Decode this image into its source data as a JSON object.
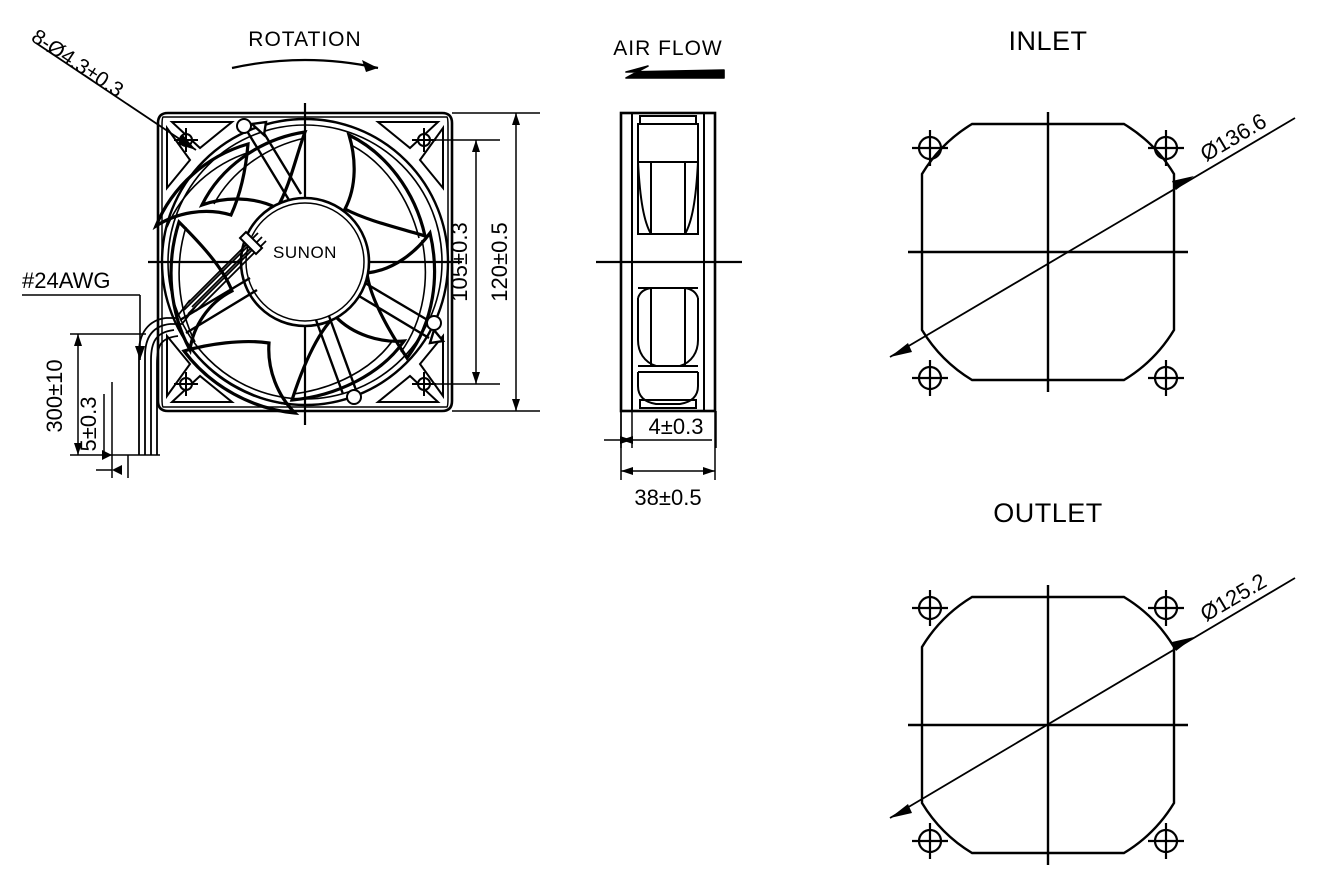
{
  "drawing": {
    "type": "mechanical-dimension-drawing",
    "subject": "SUNON DC axial cooling fan 120x120x38mm",
    "brand": "SUNON",
    "units": "mm"
  },
  "front_view": {
    "name": "front-view",
    "brand_label": "SUNON",
    "rotation_label": "ROTATION",
    "hole_callout": "8-Ø4.3±0.3",
    "wire_label": "#24AWG",
    "dims": {
      "wire_length": "300±10",
      "wire_strip": "5±0.3",
      "mounting_pitch": "105±0.3",
      "frame_size": "120±0.5"
    },
    "blade_count": 7,
    "strut_count": 3,
    "mounting_holes": 4
  },
  "side_view": {
    "name": "side-view",
    "airflow_label": "AIR FLOW",
    "dims": {
      "flange_thickness": "4±0.3",
      "overall_depth": "38±0.5"
    }
  },
  "inlet_view": {
    "name": "inlet-view",
    "title": "INLET",
    "diameter": "Ø136.6",
    "mounting_holes": 4
  },
  "outlet_view": {
    "name": "outlet-view",
    "title": "OUTLET",
    "diameter": "Ø125.2",
    "mounting_holes": 4
  },
  "colors": {
    "line": "#000000",
    "background": "#ffffff"
  }
}
